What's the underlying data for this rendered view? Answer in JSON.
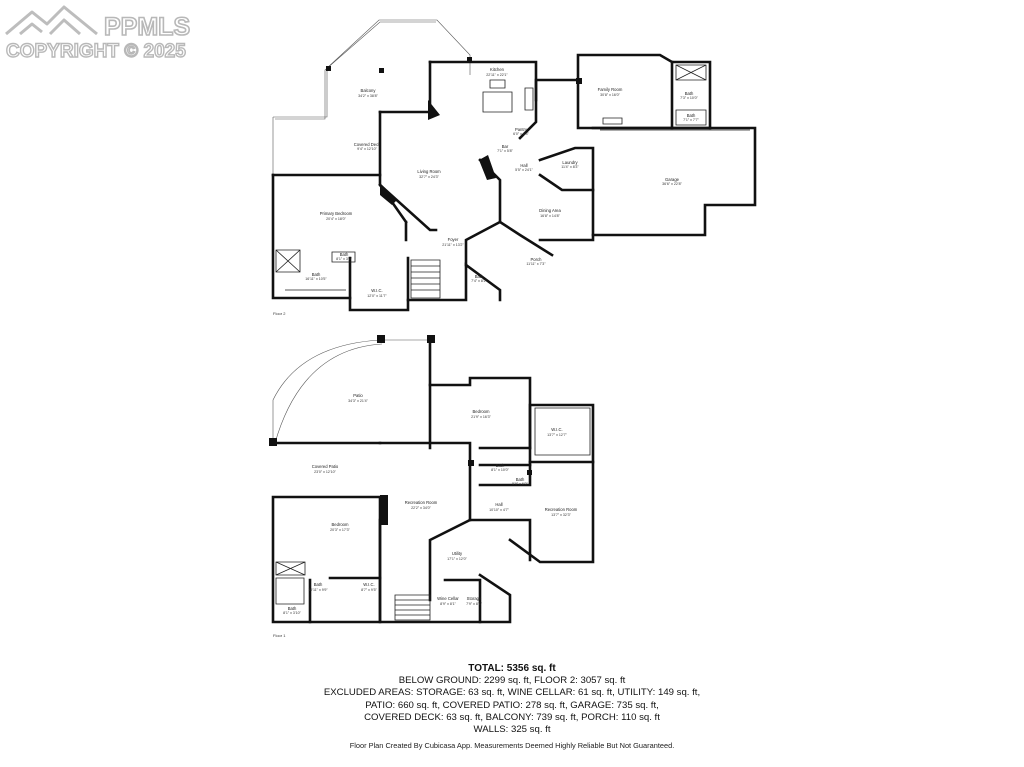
{
  "watermark": {
    "brand": "PPMLS",
    "copyright": "COPYRIGHT © 2025"
  },
  "floors": [
    {
      "label": "Floor 2",
      "rooms": [
        {
          "name": "Balcony",
          "dims": "34'2\" x 38'8\""
        },
        {
          "name": "Kitchen",
          "dims": "22'11\" x 22'1\""
        },
        {
          "name": "Family Room",
          "dims": "30'8\" x 16'0\""
        },
        {
          "name": "Bath",
          "dims": "7'3\" x 10'0\""
        },
        {
          "name": "Bath",
          "dims": "7'1\" x 7'7\""
        },
        {
          "name": "Covered Deck",
          "dims": "9'4\" x 12'10\""
        },
        {
          "name": "Pantry",
          "dims": "6'0\" x 6'4\""
        },
        {
          "name": "Bar",
          "dims": "7'1\" x 5'8\""
        },
        {
          "name": "Living Room",
          "dims": "32'7\" x 24'3\""
        },
        {
          "name": "Hall",
          "dims": "5'5\" x 24'1\""
        },
        {
          "name": "Laundry",
          "dims": "11'4\" x 8'3\""
        },
        {
          "name": "Garage",
          "dims": "36'6\" x 22'8\""
        },
        {
          "name": "Primary Bedroom",
          "dims": "20'4\" x 18'0\""
        },
        {
          "name": "Dining Area",
          "dims": "16'8\" x 14'8\""
        },
        {
          "name": "Foyer",
          "dims": "21'11\" x 13'2\""
        },
        {
          "name": "Bath",
          "dims": "8'1\" x 3'6\""
        },
        {
          "name": "Porch",
          "dims": "11'11\" x 7'3\""
        },
        {
          "name": "Bath",
          "dims": "16'11\" x 10'5\""
        },
        {
          "name": "W.I.C.",
          "dims": "12'0\" x 11'7\""
        },
        {
          "name": "Bath",
          "dims": "7'4\" x 8'2\""
        }
      ]
    },
    {
      "label": "Floor 1",
      "rooms": [
        {
          "name": "Patio",
          "dims": "34'3\" x 21'4\""
        },
        {
          "name": "Bedroom",
          "dims": "21'9\" x 16'3\""
        },
        {
          "name": "W.I.C.",
          "dims": "13'7\" x 12'7\""
        },
        {
          "name": "Covered Patio",
          "dims": "23'0\" x 12'10\""
        },
        {
          "name": "Bath",
          "dims": "8'1\" x 10'0\""
        },
        {
          "name": "Bath",
          "dims": "5'9\" x 6'0\""
        },
        {
          "name": "Recreation Room",
          "dims": "22'2\" x 34'0\""
        },
        {
          "name": "Hall",
          "dims": "10'10\" x 4'7\""
        },
        {
          "name": "Recreation Room",
          "dims": "13'7\" x 32'3\""
        },
        {
          "name": "Bedroom",
          "dims": "20'3\" x 17'3\""
        },
        {
          "name": "Utility",
          "dims": "17'1\" x 12'0\""
        },
        {
          "name": "Bath",
          "dims": "10'11\" x 9'9\""
        },
        {
          "name": "W.I.C.",
          "dims": "8'7\" x 9'5\""
        },
        {
          "name": "Wine Cellar",
          "dims": "8'9\" x 8'1\""
        },
        {
          "name": "Storage",
          "dims": "7'9\" x 8'1\""
        },
        {
          "name": "Bath",
          "dims": "8'1\" x 3'10\""
        }
      ]
    }
  ],
  "summary": {
    "total": "TOTAL: 5356 sq. ft",
    "line1": "BELOW GROUND: 2299 sq. ft, FLOOR 2: 3057 sq. ft",
    "line2": "EXCLUDED AREAS: STORAGE: 63 sq. ft, WINE CELLAR: 61 sq. ft, UTILITY: 149 sq. ft,",
    "line3": "PATIO: 660 sq. ft, COVERED PATIO: 278 sq. ft, GARAGE: 735 sq. ft,",
    "line4": "COVERED DECK: 63 sq. ft, BALCONY: 739 sq. ft, PORCH: 110 sq. ft",
    "line5": "WALLS: 325 sq. ft"
  },
  "disclaimer": "Floor Plan Created By Cubicasa App. Measurements Deemed Highly Reliable But Not Guaranteed."
}
